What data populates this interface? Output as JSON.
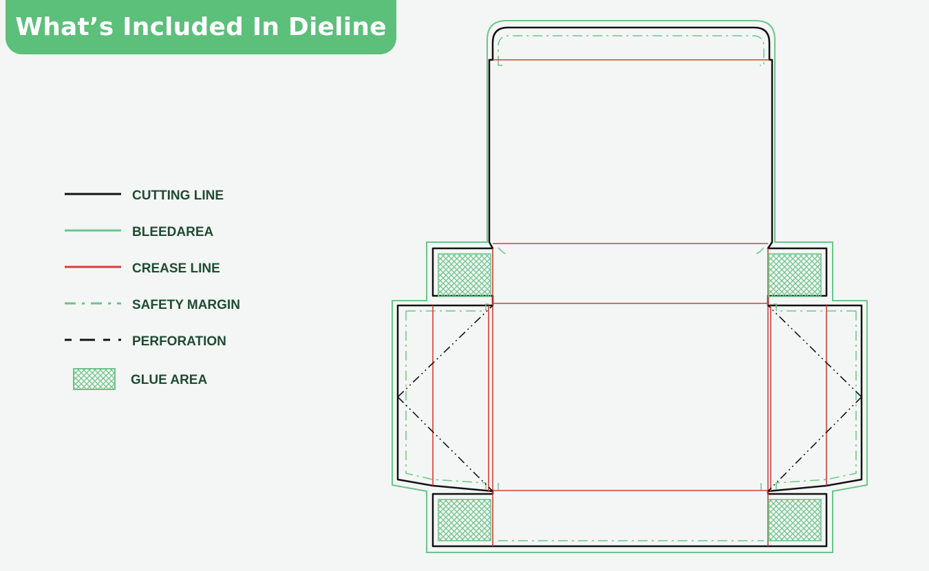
{
  "title": "What’s Included In Dieline",
  "colors": {
    "banner": "#5cbf7a",
    "cutting": "#111111",
    "bleed": "#6cc489",
    "crease": "#d43c36",
    "safety": "#6cc489",
    "glue": "#6cc489",
    "legend_text": "#1f4a33"
  },
  "legend": [
    {
      "key": "cutting",
      "label": "CUTTING LINE"
    },
    {
      "key": "bleed",
      "label": "BLEEDAREA"
    },
    {
      "key": "crease",
      "label": "CREASE LINE"
    },
    {
      "key": "safety",
      "label": "SAFETY MARGIN"
    },
    {
      "key": "perforation",
      "label": "PERFORATION"
    },
    {
      "key": "glue",
      "label": "GLUE AREA"
    }
  ]
}
